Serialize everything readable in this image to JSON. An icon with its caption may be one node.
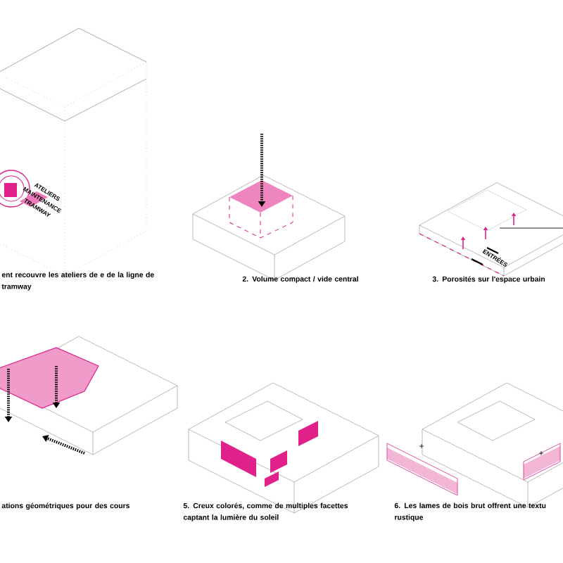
{
  "diagram": {
    "labels": [
      "ATELIERS MAINTENANCE TRAMWAY",
      "ent recouvre les ateliers de e de la ligne de tramway",
      "2. Volume compact / vide central",
      "ENTRÉES",
      "3. Porosités sur l'espace urbain",
      "ations géométriques pour des cours",
      "5. Creux colorés, comme de multiples facettes captant la lumière du soleil",
      "6. Les lames de bois brut offrent une textu rustique"
    ]
  }
}
